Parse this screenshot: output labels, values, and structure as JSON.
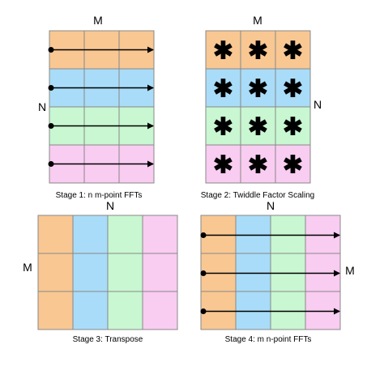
{
  "colors": {
    "orange": "#F9C792",
    "blue": "#A9DCF8",
    "green": "#C8F7D1",
    "pink": "#F9CCF1",
    "grid_line": "#888888",
    "arrow": "#000000"
  },
  "stage1": {
    "caption": "Stage 1: n m-point FFTs",
    "top_label": "M",
    "side_label": "N"
  },
  "stage2": {
    "caption": "Stage 2: Twiddle Factor Scaling",
    "top_label": "M",
    "side_label": "N",
    "star_symbol": "✱"
  },
  "stage3": {
    "caption": "Stage 3: Transpose",
    "top_label": "N",
    "side_label": "M"
  },
  "stage4": {
    "caption": "Stage 4: m n-point FFTs",
    "top_label": "N",
    "side_label": "M"
  }
}
